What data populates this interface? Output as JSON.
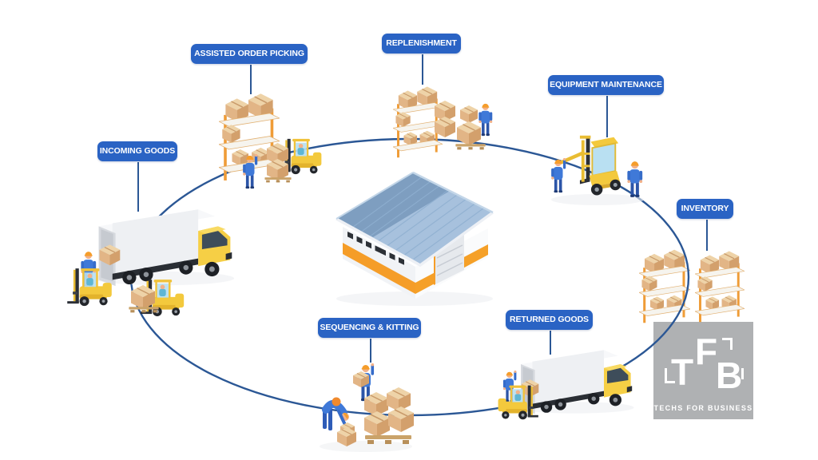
{
  "diagram": {
    "type": "warehouse-process-cycle",
    "stations": [
      {
        "id": "incoming-goods",
        "label": "INCOMING GOODS"
      },
      {
        "id": "assisted-order-picking",
        "label": "ASSISTED ORDER PICKING"
      },
      {
        "id": "replenishment",
        "label": "REPLENISHMENT"
      },
      {
        "id": "equipment-maintenance",
        "label": "EQUIPMENT MAINTENANCE"
      },
      {
        "id": "inventory",
        "label": "INVENTORY"
      },
      {
        "id": "returned-goods",
        "label": "RETURNED GOODS"
      },
      {
        "id": "sequencing-kitting",
        "label": "SEQUENCING & KITTING"
      }
    ],
    "center_illustration": "warehouse-building"
  },
  "logo": {
    "letter_t": "T",
    "letter_f": "F",
    "letter_b": "B",
    "tagline": "TECHS FOR BUSINESS"
  },
  "colors": {
    "label_bg": "#2a63c4",
    "label_text": "#ffffff",
    "flow_line": "#2b5795",
    "accent_orange": "#f59d28",
    "roof_blue_light": "#a7c1dd",
    "roof_blue_dark": "#7e9ec0",
    "vehicle_yellow": "#f5cd43",
    "box_tan": "#e8c193",
    "worker_blue": "#3f79d8",
    "logo_gray": "#a4a6a9"
  }
}
